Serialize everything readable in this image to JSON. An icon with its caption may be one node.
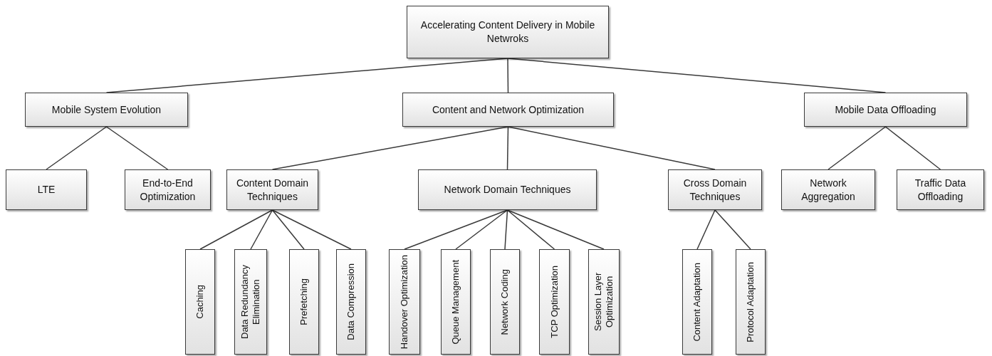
{
  "diagram": {
    "nodes": [
      {
        "text": [
          "Accelerating Content Delivery in Mobile Netwroks"
        ]
      },
      {
        "text": [
          "Mobile System Evolution"
        ]
      },
      {
        "text": [
          "Content and Network Optimization"
        ]
      },
      {
        "text": [
          "Mobile Data Offloading"
        ]
      },
      {
        "text": [
          "LTE"
        ]
      },
      {
        "text": [
          "End-to-End Optimization"
        ]
      },
      {
        "text": [
          "Content Domain Techniques"
        ]
      },
      {
        "text": [
          "Network Domain Techniques"
        ]
      },
      {
        "text": [
          "Cross Domain Techniques"
        ]
      },
      {
        "text": [
          "Network Aggregation"
        ]
      },
      {
        "text": [
          "Traffic Data Offloading"
        ]
      },
      {
        "text": [
          "Caching"
        ]
      },
      {
        "text": [
          "Data Redundancy Elimination"
        ]
      },
      {
        "text": [
          "Prefetching"
        ]
      },
      {
        "text": [
          "Data Compression"
        ]
      },
      {
        "text": [
          "Handover Optimization"
        ]
      },
      {
        "text": [
          "Queue Management"
        ]
      },
      {
        "text": [
          "Network Coding"
        ]
      },
      {
        "text": [
          "TCP Optimization"
        ]
      },
      {
        "text": [
          "Session Layer Optimization"
        ]
      },
      {
        "text": [
          "Content Adaptation"
        ]
      },
      {
        "text": [
          "Protocol Adaptation"
        ]
      }
    ],
    "edges": [
      {
        "from": 0,
        "to": 1,
        "arrow": "none"
      },
      {
        "from": 0,
        "to": 2,
        "arrow": "none"
      },
      {
        "from": 0,
        "to": 3,
        "arrow": "none"
      },
      {
        "from": 1,
        "to": 4,
        "arrow": "none"
      },
      {
        "from": 1,
        "to": 5,
        "arrow": "none"
      },
      {
        "from": 2,
        "to": 6,
        "arrow": "none"
      },
      {
        "from": 2,
        "to": 7,
        "arrow": "none"
      },
      {
        "from": 2,
        "to": 8,
        "arrow": "none"
      },
      {
        "from": 3,
        "to": 9,
        "arrow": "none"
      },
      {
        "from": 3,
        "to": 10,
        "arrow": "none"
      },
      {
        "from": 6,
        "to": 11,
        "arrow": "none"
      },
      {
        "from": 6,
        "to": 12,
        "arrow": "none"
      },
      {
        "from": 6,
        "to": 13,
        "arrow": "none"
      },
      {
        "from": 6,
        "to": 14,
        "arrow": "none"
      },
      {
        "from": 7,
        "to": 15,
        "arrow": "none"
      },
      {
        "from": 7,
        "to": 16,
        "arrow": "none"
      },
      {
        "from": 7,
        "to": 17,
        "arrow": "none"
      },
      {
        "from": 7,
        "to": 18,
        "arrow": "none"
      },
      {
        "from": 7,
        "to": 19,
        "arrow": "none"
      },
      {
        "from": 8,
        "to": 20,
        "arrow": "none"
      },
      {
        "from": 8,
        "to": 21,
        "arrow": "none"
      }
    ]
  }
}
